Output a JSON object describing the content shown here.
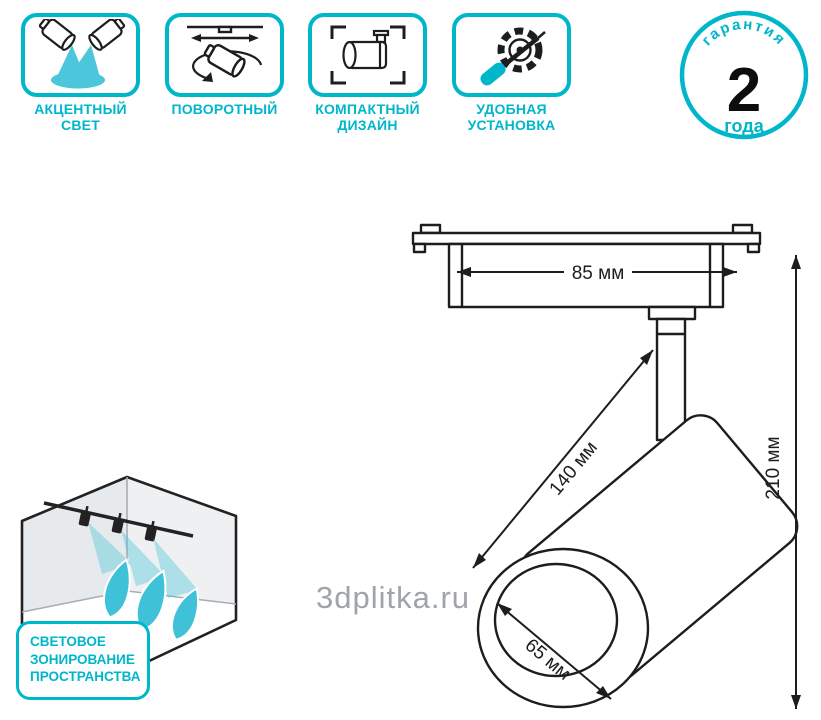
{
  "colors": {
    "accent": "#00b6ca",
    "beam": "#4cc6da",
    "line": "#1d1d1d"
  },
  "badges": [
    {
      "label": "АКЦЕНТНЫЙ СВЕТ"
    },
    {
      "label": "ПОВОРОТНЫЙ"
    },
    {
      "label": "КОМПАКТНЫЙ ДИЗАЙН"
    },
    {
      "label": "УДОБНАЯ УСТАНОВКА"
    }
  ],
  "warranty": {
    "arc_text": "гарантия",
    "value": "2",
    "unit": "года"
  },
  "dimensions": {
    "track_width": "85 мм",
    "body_length": "140 мм",
    "total_height": "210 мм",
    "head_diameter": "65 мм"
  },
  "zoning_label": "СВЕТОВОЕ\nЗОНИРОВАНИЕ\nПРОСТРАНСТВА",
  "watermark": "3dplitka.ru"
}
